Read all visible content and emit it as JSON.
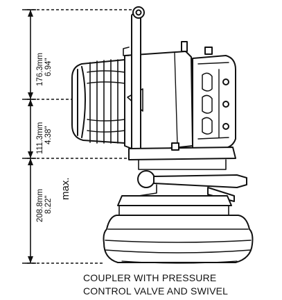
{
  "dimensions": [
    {
      "metric": "176.3mm",
      "imperial": "6.94\""
    },
    {
      "metric": "111.3mm",
      "imperial": "4.38\""
    },
    {
      "metric": "208.8mm",
      "imperial": "8.22\"",
      "qualifier": "max."
    }
  ],
  "caption": {
    "line1": "COUPLER WITH PRESSURE",
    "line2": "CONTROL VALVE AND SWIVEL"
  }
}
